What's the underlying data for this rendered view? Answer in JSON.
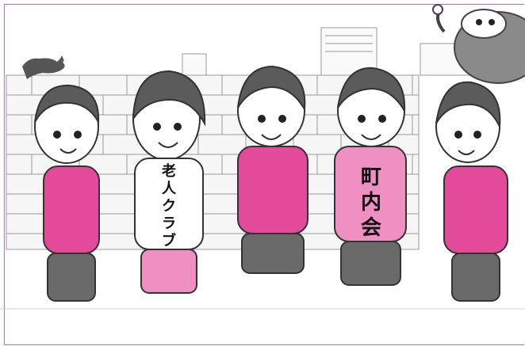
{
  "colors": {
    "frame": "#e0689c",
    "pink": "#e34b9a",
    "pink_light": "#f08fc2",
    "pants_gray": "#6a6a6a",
    "hair": "#5b5b5b",
    "wall": "#f4f4f4",
    "line": "#555555",
    "robot_gray": "#8a8a8a"
  },
  "shirts": {
    "elder_club": [
      "老",
      "人",
      "ク",
      "ラ",
      "ブ"
    ],
    "neighborhood": [
      "町",
      "内",
      "会"
    ]
  },
  "icons": [
    "cat-icon",
    "robot-mascot-icon"
  ]
}
